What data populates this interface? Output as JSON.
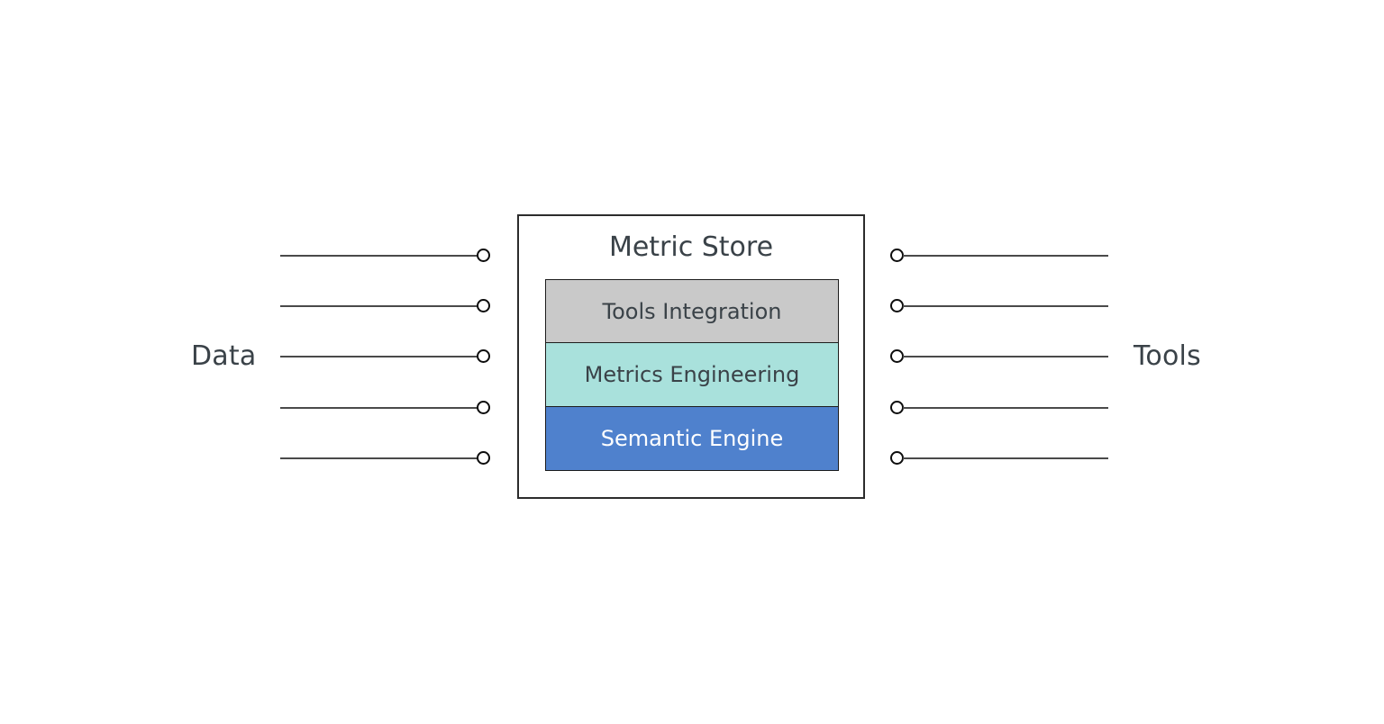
{
  "diagram": {
    "title": "Metric Store",
    "background_color": "#ffffff",
    "left_group": {
      "label": "Data",
      "connector_count": 5,
      "connector_rows_y": [
        284,
        340,
        396,
        453,
        509
      ]
    },
    "right_group": {
      "label": "Tools",
      "connector_count": 5,
      "connector_rows_y": [
        284,
        340,
        396,
        453,
        509
      ]
    },
    "layers": [
      {
        "label": "Tools Integration",
        "fill": "#c9c9c9",
        "text_color": "#3a4248",
        "border": "#1c1c1c"
      },
      {
        "label": "Metrics Engineering",
        "fill": "#a9e1dc",
        "text_color": "#3a4248",
        "border": "#1c1c1c"
      },
      {
        "label": "Semantic Engine",
        "fill": "#4f81cd",
        "text_color": "#ffffff",
        "border": "#1c1c1c"
      }
    ],
    "connector_dot": {
      "fill": "#ffffff",
      "stroke": "#0d0d0d"
    },
    "connector_line_color": "#4a4a4a",
    "box_border_color": "#2c2c2c",
    "label_color": "#3a4248"
  }
}
